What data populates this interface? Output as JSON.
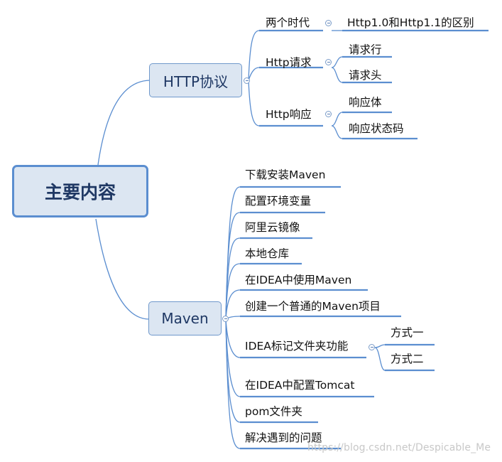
{
  "root": {
    "label": "主要内容"
  },
  "http": {
    "label": "HTTP协议",
    "children": {
      "eras": {
        "label": "两个时代",
        "items": [
          "Http1.0和Http1.1的区别"
        ]
      },
      "request": {
        "label": "Http请求",
        "items": [
          "请求行",
          "请求头"
        ]
      },
      "response": {
        "label": "Http响应",
        "items": [
          "响应体",
          "响应状态码"
        ]
      }
    }
  },
  "maven": {
    "label": "Maven",
    "items": [
      "下载安装Maven",
      "配置环境变量",
      "阿里云镜像",
      "本地仓库",
      "在IDEA中使用Maven",
      "创建一个普通的Maven项目",
      "IDEA标记文件夹功能",
      "在IDEA中配置Tomcat",
      "pom文件夹",
      "解决遇到的问题"
    ],
    "idea_mark_children": [
      "方式一",
      "方式二"
    ]
  },
  "watermark": "https://blog.csdn.net/Despicable_Me",
  "colors": {
    "line": "#5b8ed0",
    "node_fill": "#dce6f2",
    "root_border": "#5b8ed0",
    "text_dark": "#1f3864"
  }
}
